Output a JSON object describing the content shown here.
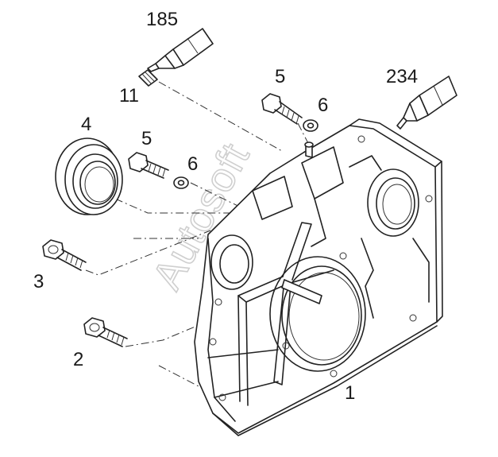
{
  "callouts": {
    "c185": "185",
    "c11": "11",
    "c5a": "5",
    "c6a": "6",
    "c234": "234",
    "c4": "4",
    "c5b": "5",
    "c6b": "6",
    "c3": "3",
    "c2": "2",
    "c1": "1"
  },
  "watermark": "Autosoft"
}
